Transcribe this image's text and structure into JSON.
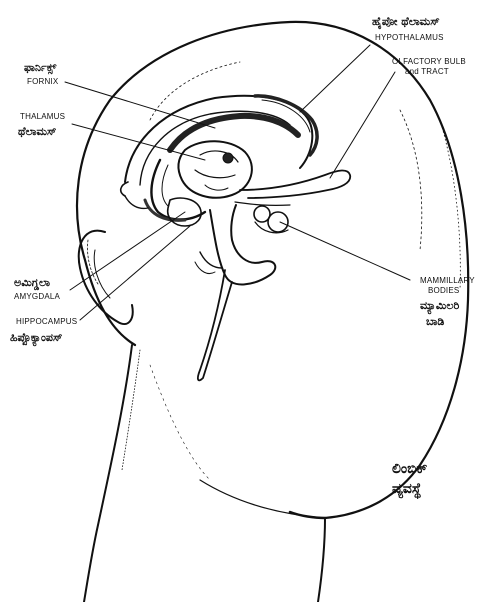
{
  "labels": {
    "hypothalamus": {
      "kn": "ಹೈಪೋ ಥೆಲಾಮಸ್",
      "en": "HYPOTHALAMUS"
    },
    "olfactory": {
      "en_line1": "OLFACTORY BULB",
      "en_line2": "and TRACT"
    },
    "fornix": {
      "kn": "ಫಾರ್ನಿಕ್ಸ್",
      "en": "FORNIX"
    },
    "thalamus": {
      "en": "THALAMUS",
      "kn": "ಥೆಲಾಮಸ್"
    },
    "mammillary": {
      "en_line1": "MAMMILLARY",
      "en_line2": "BODIES",
      "kn_line1": "ಮ್ಯಾಮಿಲರಿ",
      "kn_line2": "ಬಾಡಿ"
    },
    "amygdala": {
      "kn": "ಅಮಿಗ್ಡಲಾ",
      "en": "AMYGDALA"
    },
    "hippocampus": {
      "en": "HIPPOCAMPUS",
      "kn": "ಹಿಪ್ಪೊಕ್ಯಾಂಪಸ್"
    }
  },
  "caption": {
    "line1": "ಲಿಂಬಿಕ್",
    "line2": "ವ್ಯವಸ್ಥೆ"
  },
  "colors": {
    "ink": "#111111",
    "background": "#ffffff"
  }
}
